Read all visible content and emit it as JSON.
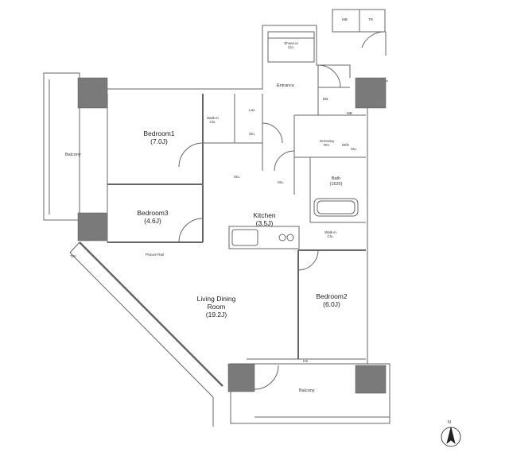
{
  "rooms": {
    "bedroom1": {
      "name": "Bedroom1",
      "size": "(7.0J)"
    },
    "bedroom2": {
      "name": "Bedroom2",
      "size": "(6.0J)"
    },
    "bedroom3": {
      "name": "Bedroom3",
      "size": "(4.6J)"
    },
    "kitchen": {
      "name": "Kitchen",
      "size": "(3.5J)"
    },
    "living": {
      "name1": "Living Dining",
      "name2": "Room",
      "size": "(19.2J)"
    },
    "bath": {
      "name": "Bath",
      "size": "(1620)"
    },
    "balcony_west": "Balcony",
    "balcony_south": "Balcony",
    "entrance": "Entrance",
    "dressing": {
      "l1": "Dressing",
      "l2": "Rm."
    },
    "shoes": {
      "l1": "Shoes-in",
      "l2": "Clo."
    },
    "walkin1": {
      "l1": "Walk-in",
      "l2": "Clo."
    },
    "walkin2": {
      "l1": "Walk-in",
      "l2": "Clo."
    }
  },
  "small_labels": {
    "mb": "MB",
    "tr": "TR",
    "db": "DB",
    "ms": "MB",
    "lav": "Lav.",
    "sto": "Sto.",
    "sto_k": "Sto.",
    "sto_hall": "Sto.",
    "wd": "W/D",
    "ws": "Sto.",
    "picture_rail": "Picture Rail",
    "hs": "HS",
    "tw": "TW"
  },
  "compass": {
    "label": "N"
  }
}
